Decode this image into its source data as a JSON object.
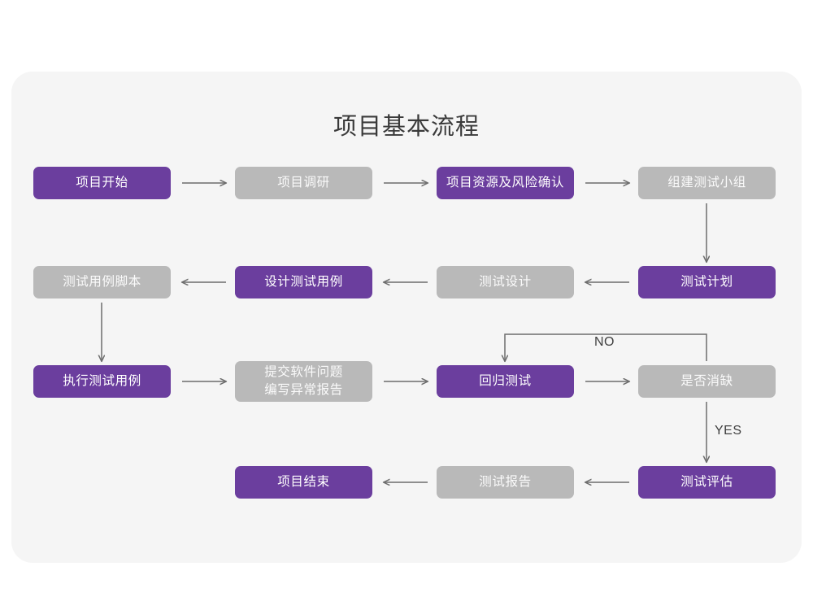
{
  "diagram": {
    "title": "项目基本流程",
    "colors": {
      "purple": "#6b3e9e",
      "gray": "#b9b9b9",
      "panel": "#f5f5f5",
      "page": "#ffffff",
      "connector": "#6d6d6d",
      "title_text": "#3a3a3a"
    },
    "nodes": [
      {
        "id": "n1",
        "label": "项目开始",
        "style": "purple",
        "row": 1,
        "col": 1
      },
      {
        "id": "n2",
        "label": "项目调研",
        "style": "gray",
        "row": 1,
        "col": 2
      },
      {
        "id": "n3",
        "label": "项目资源及风险确认",
        "style": "purple",
        "row": 1,
        "col": 3
      },
      {
        "id": "n4",
        "label": "组建测试小组",
        "style": "gray",
        "row": 1,
        "col": 4
      },
      {
        "id": "n5",
        "label": "测试用例脚本",
        "style": "gray",
        "row": 2,
        "col": 1
      },
      {
        "id": "n6",
        "label": "设计测试用例",
        "style": "purple",
        "row": 2,
        "col": 2
      },
      {
        "id": "n7",
        "label": "测试设计",
        "style": "gray",
        "row": 2,
        "col": 3
      },
      {
        "id": "n8",
        "label": "测试计划",
        "style": "purple",
        "row": 2,
        "col": 4
      },
      {
        "id": "n9",
        "label": "执行测试用例",
        "style": "purple",
        "row": 3,
        "col": 1
      },
      {
        "id": "n10",
        "label_line1": "提交软件问题",
        "label_line2": "编写异常报告",
        "style": "gray",
        "row": 3,
        "col": 2
      },
      {
        "id": "n11",
        "label": "回归测试",
        "style": "purple",
        "row": 3,
        "col": 3
      },
      {
        "id": "n12",
        "label": "是否消缺",
        "style": "gray",
        "row": 3,
        "col": 4
      },
      {
        "id": "n13",
        "label": "项目结束",
        "style": "purple",
        "row": 4,
        "col": 2
      },
      {
        "id": "n14",
        "label": "测试报告",
        "style": "gray",
        "row": 4,
        "col": 3
      },
      {
        "id": "n15",
        "label": "测试评估",
        "style": "purple",
        "row": 4,
        "col": 4
      }
    ],
    "connectors": [
      {
        "from": "n1",
        "to": "n2",
        "dir": "right"
      },
      {
        "from": "n2",
        "to": "n3",
        "dir": "right"
      },
      {
        "from": "n3",
        "to": "n4",
        "dir": "right"
      },
      {
        "from": "n4",
        "to": "n8",
        "dir": "down"
      },
      {
        "from": "n8",
        "to": "n7",
        "dir": "left"
      },
      {
        "from": "n7",
        "to": "n6",
        "dir": "left"
      },
      {
        "from": "n6",
        "to": "n5",
        "dir": "left"
      },
      {
        "from": "n5",
        "to": "n9",
        "dir": "down"
      },
      {
        "from": "n9",
        "to": "n10",
        "dir": "right"
      },
      {
        "from": "n10",
        "to": "n11",
        "dir": "right"
      },
      {
        "from": "n11",
        "to": "n12",
        "dir": "right"
      },
      {
        "from": "n12",
        "to": "n11",
        "dir": "loop-up",
        "label": "NO"
      },
      {
        "from": "n12",
        "to": "n15",
        "dir": "down",
        "label": "YES"
      },
      {
        "from": "n15",
        "to": "n14",
        "dir": "left"
      },
      {
        "from": "n14",
        "to": "n13",
        "dir": "left"
      }
    ],
    "labels": {
      "no": "NO",
      "yes": "YES"
    }
  }
}
